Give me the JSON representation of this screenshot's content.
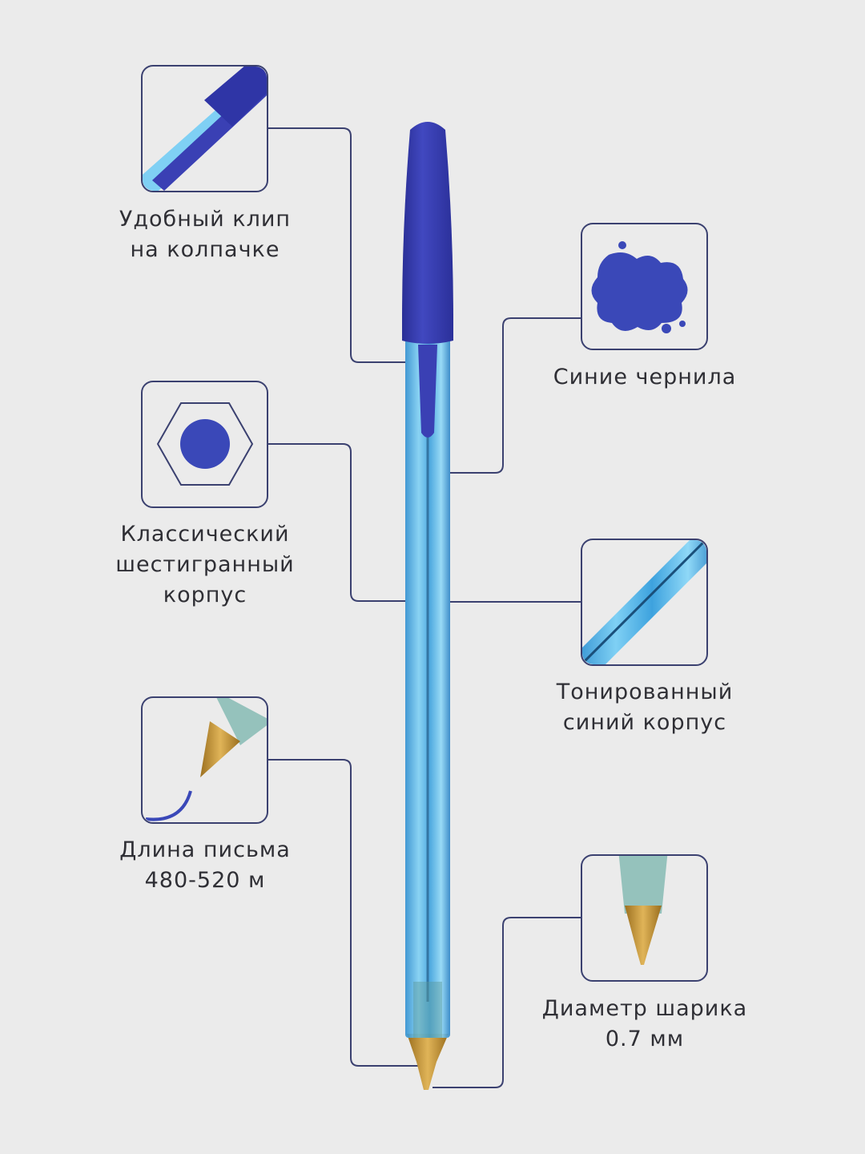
{
  "colors": {
    "background": "#ebebeb",
    "frame": "#3b4170",
    "cap": "#3a40b4",
    "body": "#5ab8e8",
    "tip": "#c99a3a",
    "ink": "#3a48b8"
  },
  "features": {
    "clip": {
      "lines": [
        "Удобный клип",
        "на колпачке"
      ],
      "icon": "pen-cap-clip-icon"
    },
    "ink": {
      "lines": [
        "Синие чернила"
      ],
      "icon": "ink-blot-icon"
    },
    "hex": {
      "lines": [
        "Классический",
        "шестигранный",
        "корпус"
      ],
      "icon": "hexagon-icon"
    },
    "tinted": {
      "lines": [
        "Тонированный",
        "синий корпус"
      ],
      "icon": "tinted-body-icon"
    },
    "length": {
      "lines": [
        "Длина письма",
        "480-520 м"
      ],
      "icon": "pen-writing-icon"
    },
    "ball": {
      "lines": [
        "Диаметр шарика",
        "0.7 мм"
      ],
      "icon": "pen-tip-icon"
    }
  }
}
